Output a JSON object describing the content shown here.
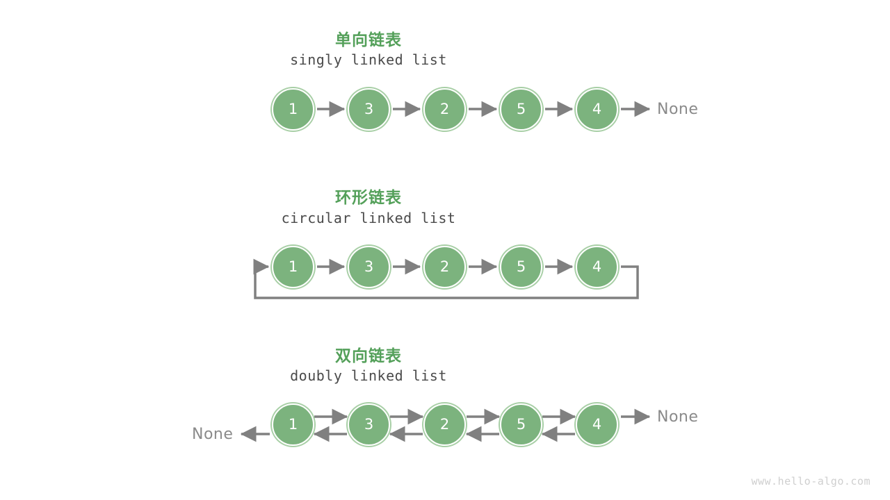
{
  "page": {
    "background": "#ffffff",
    "watermark": "www.hello-algo.com"
  },
  "colors": {
    "node_fill": "#7cb37e",
    "node_ring": "#a8cfa6",
    "node_text": "#ffffff",
    "title_green": "#54a05a",
    "subtitle_gray": "#4a4a4a",
    "wire_gray": "#808080",
    "none_gray": "#8a8a8a",
    "watermark_gray": "#cfcfcf"
  },
  "sections": [
    {
      "id": "singly",
      "title": "单向链表",
      "subtitle": "singly linked list",
      "nodes": [
        "1",
        "3",
        "2",
        "5",
        "4"
      ],
      "tail_label": "None",
      "head_label": null
    },
    {
      "id": "circular",
      "title": "环形链表",
      "subtitle": "circular linked list",
      "nodes": [
        "1",
        "3",
        "2",
        "5",
        "4"
      ],
      "tail_label": null,
      "head_label": null
    },
    {
      "id": "doubly",
      "title": "双向链表",
      "subtitle": "doubly linked list",
      "nodes": [
        "1",
        "3",
        "2",
        "5",
        "4"
      ],
      "tail_label": "None",
      "head_label": "None"
    }
  ]
}
